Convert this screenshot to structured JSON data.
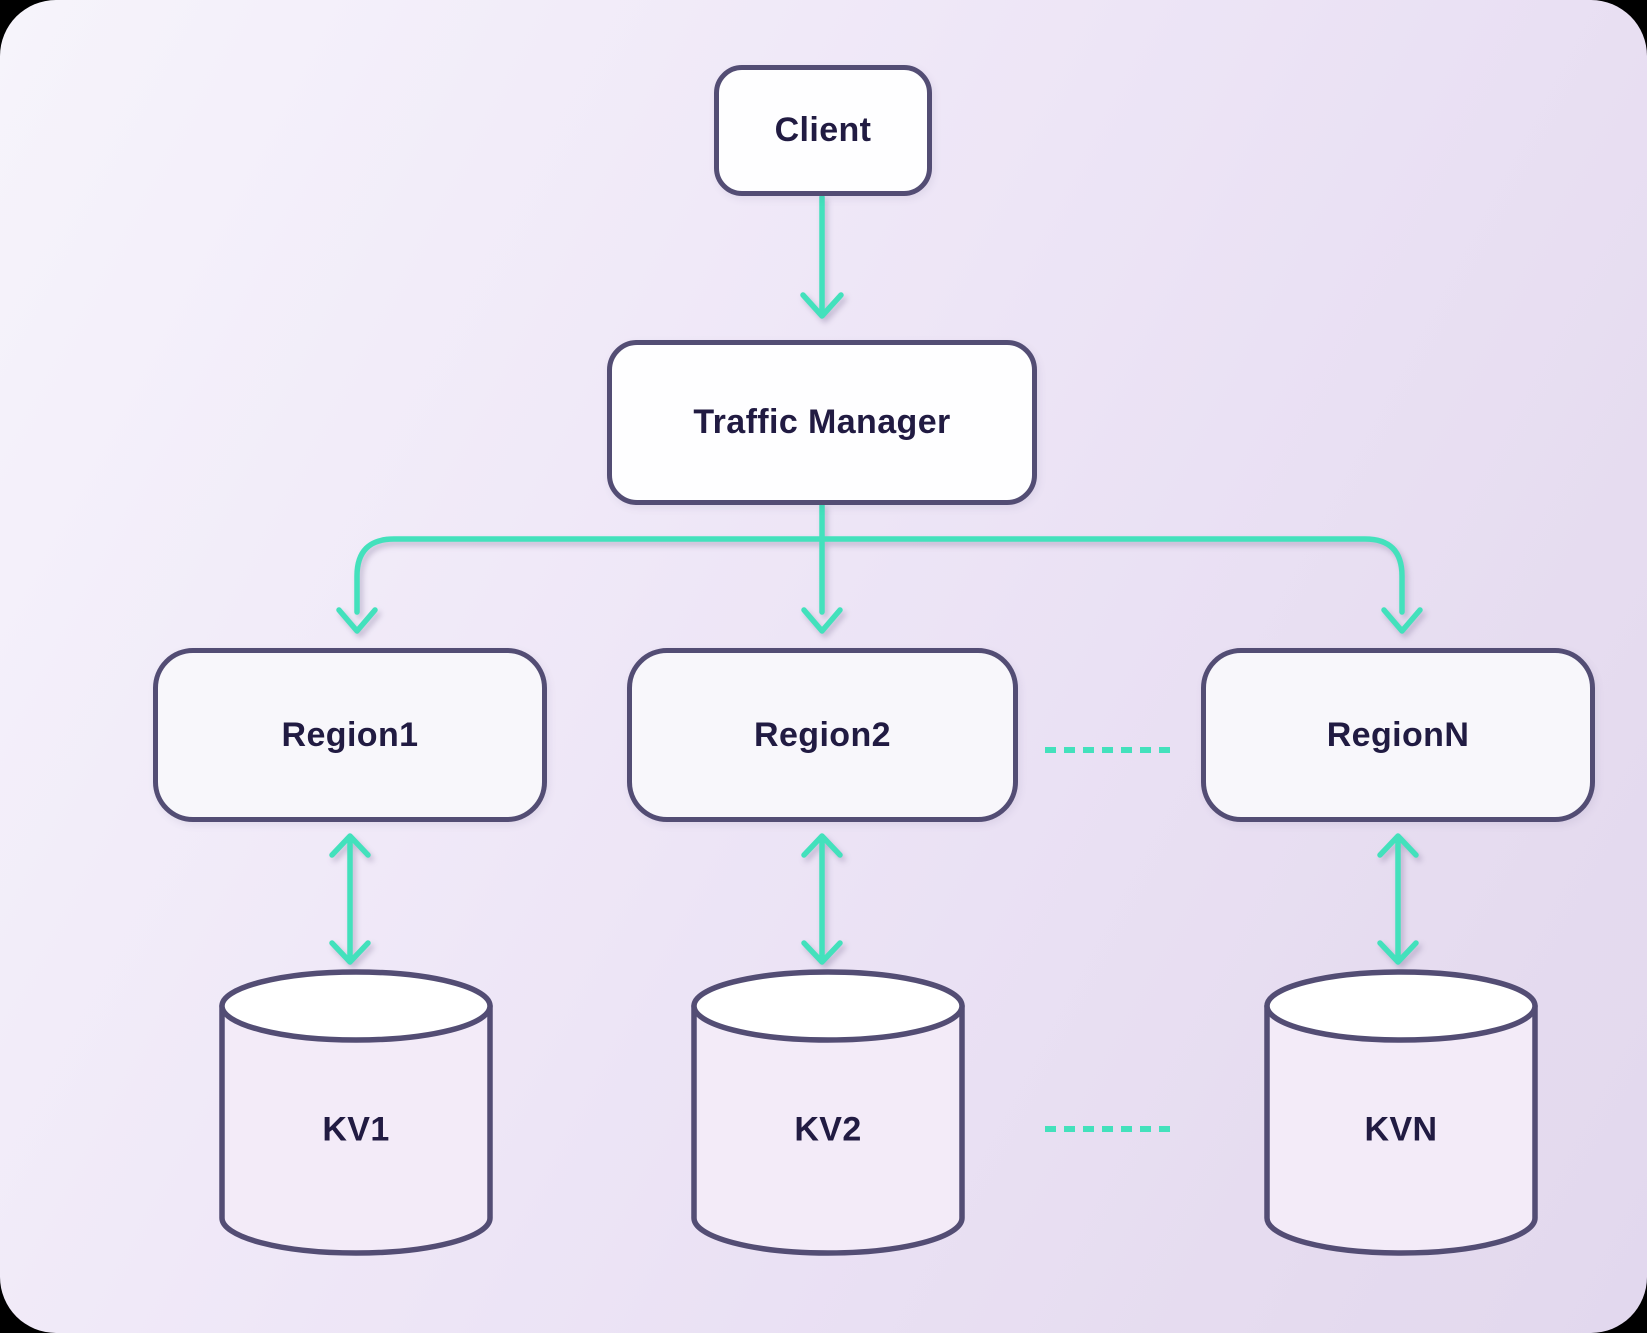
{
  "diagram": {
    "nodes": {
      "client": {
        "label": "Client"
      },
      "traffic_manager": {
        "label": "Traffic Manager"
      },
      "regions": [
        {
          "label": "Region1"
        },
        {
          "label": "Region2"
        },
        {
          "label": "RegionN"
        }
      ],
      "stores": [
        {
          "label": "KV1"
        },
        {
          "label": "KV2"
        },
        {
          "label": "KVN"
        }
      ]
    },
    "edges": [
      {
        "from": "Client",
        "to": "Traffic Manager",
        "style": "arrow"
      },
      {
        "from": "Traffic Manager",
        "to": "Region1",
        "style": "arrow"
      },
      {
        "from": "Traffic Manager",
        "to": "Region2",
        "style": "arrow"
      },
      {
        "from": "Traffic Manager",
        "to": "RegionN",
        "style": "arrow"
      },
      {
        "from": "Region1",
        "to": "KV1",
        "style": "bidirectional-arrow"
      },
      {
        "from": "Region2",
        "to": "KV2",
        "style": "bidirectional-arrow"
      },
      {
        "from": "RegionN",
        "to": "KVN",
        "style": "bidirectional-arrow"
      },
      {
        "from": "Region2",
        "to": "RegionN",
        "style": "dotted-ellipsis"
      },
      {
        "from": "KV2",
        "to": "KVN",
        "style": "dotted-ellipsis"
      }
    ],
    "colors": {
      "arrow_teal": "#43e1bc",
      "node_border_purple": "#534d74",
      "node_text": "#211b42",
      "box_fill_white": "#fefeff",
      "region_fill": "#f8f7fb",
      "cylinder_fill": "#f3ebf8",
      "background_light": "#f6f4fb",
      "background_lavender": "#e2d8ee"
    }
  }
}
